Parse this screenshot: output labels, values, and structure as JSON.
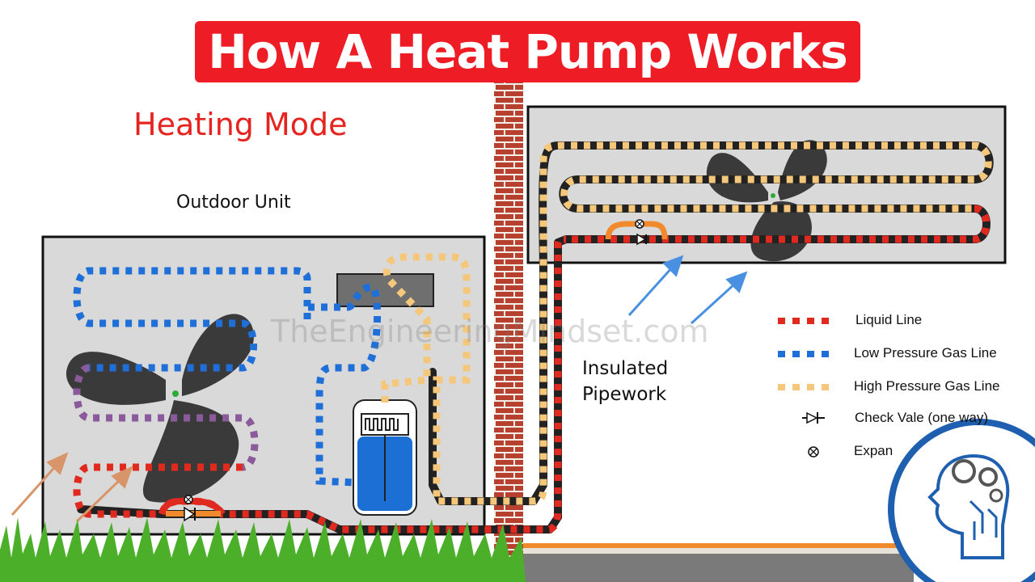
{
  "title": "How A Heat Pump Works",
  "mode": "Heating Mode",
  "outdoor_unit_label": "Outdoor Unit",
  "insulated_pipework": [
    "Insulated",
    "Pipework"
  ],
  "watermark": "TheEngineeringMindset.com",
  "legend": [
    {
      "label": "Liquid Line",
      "color": "#e02a20",
      "icon": "dashed-line-icon"
    },
    {
      "label": "Low Pressure Gas Line",
      "color": "#1e6fd8",
      "icon": "dashed-line-icon"
    },
    {
      "label": "High Pressure Gas Line",
      "color": "#f5c77a",
      "icon": "dashed-line-icon"
    },
    {
      "label": "Check Vale (one way)",
      "icon": "check-valve-icon"
    },
    {
      "label": "Expansi",
      "icon": "expansion-valve-icon"
    }
  ],
  "colors": {
    "banner": "#ee1c25",
    "liquid_line": "#e02a20",
    "low_pressure_gas": "#1e6fd8",
    "high_pressure_gas": "#f5c77a",
    "transition_line": "#8a5a9a",
    "unit_box": "#d9d9d9",
    "brick": "#b8402e",
    "fan": "#3a3a3a",
    "grass": "#4caf2a",
    "airflow_arrow": "#4a90e2",
    "intake_arrow": "#d9956a"
  },
  "logo_icon": "engineering-mind-logo-icon"
}
